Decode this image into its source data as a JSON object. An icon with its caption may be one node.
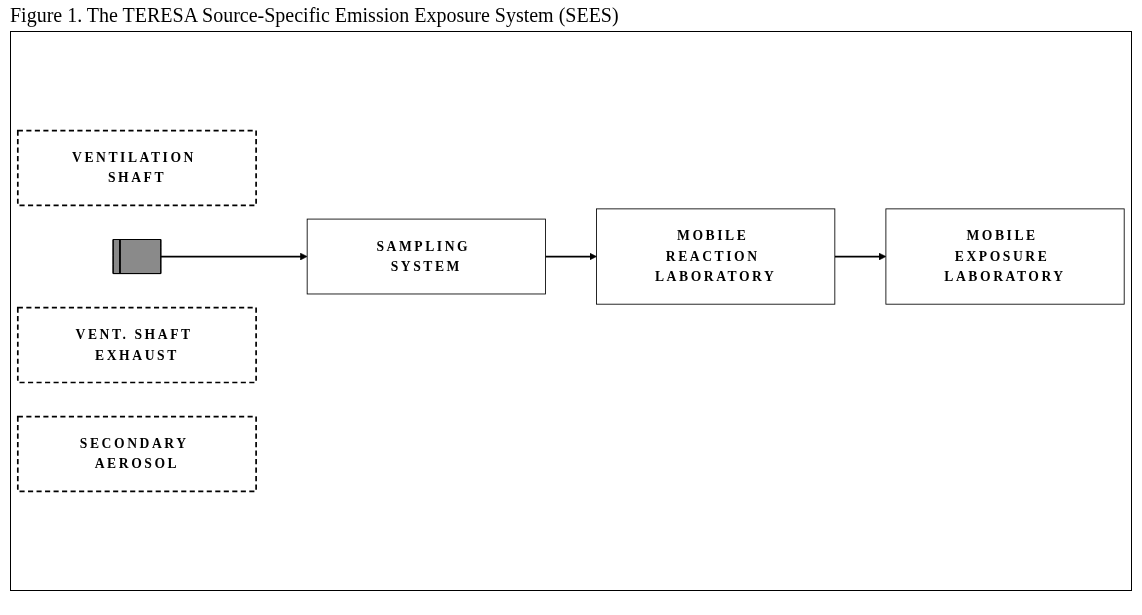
{
  "diagram": {
    "title": "Figure 1. The TERESA Source-Specific Emission Exposure System (SEES)",
    "nodes": [
      {
        "text": [
          "VENTILATION SHAFT"
        ]
      },
      {
        "text": [],
        "shape": "bar"
      },
      {
        "text": [
          "SAMPLING SYSTEM"
        ]
      },
      {
        "text": [
          "VENT. SHAFT EXHAUST"
        ]
      },
      {
        "text": [
          "MOBILE REACTION LABORATORY"
        ]
      },
      {
        "text": [
          "SECONDARY AEROSOL"
        ]
      },
      {
        "text": [
          "MOBILE EXPOSURE LABORATORY"
        ]
      }
    ],
    "edges": [
      {
        "from": 1,
        "to": 2,
        "arrow": "to"
      },
      {
        "from": 2,
        "to": 4,
        "arrow": "to"
      },
      {
        "from": 4,
        "to": 6,
        "arrow": "to"
      }
    ]
  }
}
